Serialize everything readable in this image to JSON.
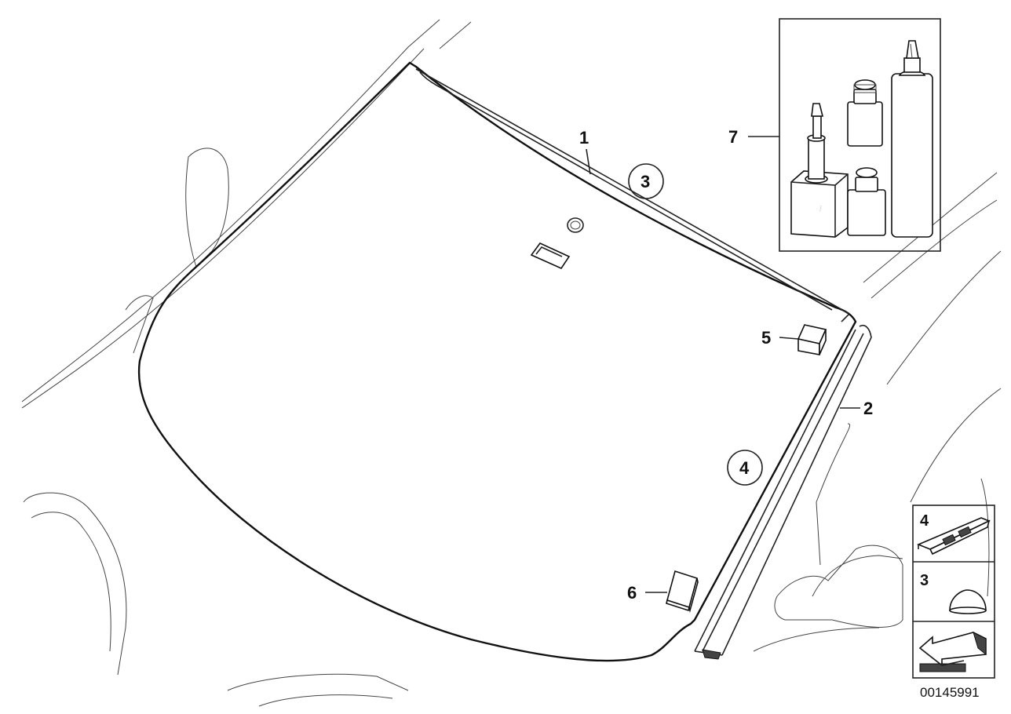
{
  "callouts": [
    {
      "id": "1",
      "text": "1"
    },
    {
      "id": "2",
      "text": "2"
    },
    {
      "id": "3",
      "text": "3"
    },
    {
      "id": "4",
      "text": "4"
    },
    {
      "id": "5",
      "text": "5"
    },
    {
      "id": "6",
      "text": "6"
    },
    {
      "id": "7",
      "text": "7"
    }
  ],
  "legend": [
    {
      "number": "4",
      "icon": "clip-strip-icon"
    },
    {
      "number": "3",
      "icon": "dome-icon"
    },
    {
      "number": "",
      "icon": "arrow-icon"
    }
  ],
  "diagram_code": "00145991"
}
